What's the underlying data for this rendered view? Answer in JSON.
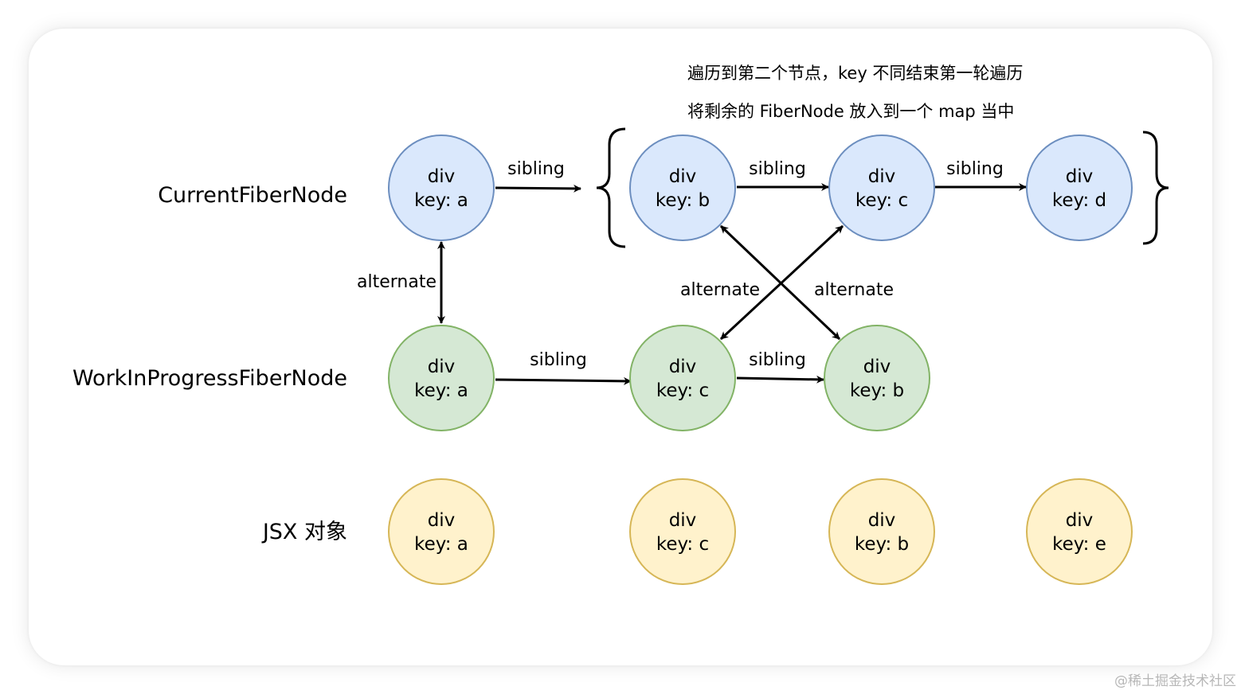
{
  "rows": [
    {
      "id": "current",
      "label": "CurrentFiberNode"
    },
    {
      "id": "wip",
      "label": "WorkInProgressFiberNode"
    },
    {
      "id": "jsx",
      "label": "JSX 对象"
    }
  ],
  "colors": {
    "current": {
      "fill": "#dae8fc",
      "stroke": "#6c8ebf"
    },
    "wip": {
      "fill": "#d5e8d4",
      "stroke": "#82b366"
    },
    "jsx": {
      "fill": "#fff2cc",
      "stroke": "#d6b656"
    },
    "line": "#000000"
  },
  "nodes": [
    {
      "id": "cur-a",
      "row": "current",
      "type": "div",
      "key": "key: a"
    },
    {
      "id": "cur-b",
      "row": "current",
      "type": "div",
      "key": "key: b"
    },
    {
      "id": "cur-c",
      "row": "current",
      "type": "div",
      "key": "key: c"
    },
    {
      "id": "cur-d",
      "row": "current",
      "type": "div",
      "key": "key: d"
    },
    {
      "id": "wip-a",
      "row": "wip",
      "type": "div",
      "key": "key: a"
    },
    {
      "id": "wip-c",
      "row": "wip",
      "type": "div",
      "key": "key: c"
    },
    {
      "id": "wip-b",
      "row": "wip",
      "type": "div",
      "key": "key: b"
    },
    {
      "id": "jsx-a",
      "row": "jsx",
      "type": "div",
      "key": "key: a"
    },
    {
      "id": "jsx-c",
      "row": "jsx",
      "type": "div",
      "key": "key: c"
    },
    {
      "id": "jsx-b",
      "row": "jsx",
      "type": "div",
      "key": "key: b"
    },
    {
      "id": "jsx-e",
      "row": "jsx",
      "type": "div",
      "key": "key: e"
    }
  ],
  "edges": [
    {
      "id": "sib-cur-a",
      "from": "cur-a",
      "to": "brace-left",
      "label": "sibling",
      "direction": "forward"
    },
    {
      "id": "sib-cur-b",
      "from": "cur-b",
      "to": "cur-c",
      "label": "sibling",
      "direction": "forward"
    },
    {
      "id": "sib-cur-c",
      "from": "cur-c",
      "to": "cur-d",
      "label": "sibling",
      "direction": "forward"
    },
    {
      "id": "sib-wip-a",
      "from": "wip-a",
      "to": "wip-c",
      "label": "sibling",
      "direction": "forward"
    },
    {
      "id": "sib-wip-c",
      "from": "wip-c",
      "to": "wip-b",
      "label": "sibling",
      "direction": "forward"
    },
    {
      "id": "alt-a",
      "from": "cur-a",
      "to": "wip-a",
      "label": "alternate",
      "direction": "both"
    },
    {
      "id": "alt-b",
      "from": "cur-b",
      "to": "wip-b",
      "label": "alternate",
      "direction": "both"
    },
    {
      "id": "alt-c",
      "from": "cur-c",
      "to": "wip-c",
      "label": "alternate",
      "direction": "both"
    }
  ],
  "annotations": [
    "遍历到第二个节点，key 不同结束第一轮遍历",
    "将剩余的 FiberNode 放入到一个 map 当中"
  ],
  "watermark": "@稀土掘金技术社区"
}
